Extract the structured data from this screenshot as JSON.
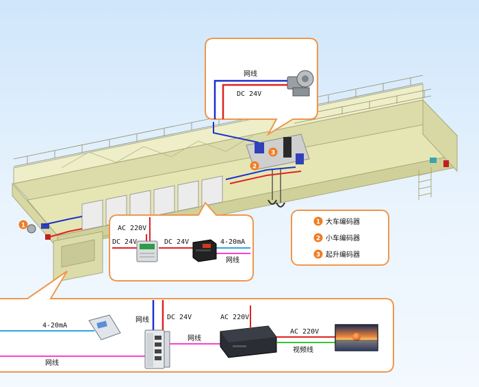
{
  "legend": {
    "items": [
      {
        "num": "1",
        "label": "大车编码器"
      },
      {
        "num": "2",
        "label": "小车编码器"
      },
      {
        "num": "3",
        "label": "起升编码器"
      }
    ]
  },
  "markers": {
    "m1": "1",
    "m2": "2",
    "m3": "3"
  },
  "top_callout": {
    "net_label": "网线",
    "power_label": "DC 24V"
  },
  "mid_callout": {
    "ac_label": "AC 220V",
    "dc_label_1": "DC 24V",
    "dc_label_2": "DC 24V",
    "ma_label": "4-20mA",
    "net_label": "网线"
  },
  "bottom_panel": {
    "ma_label": "4-20mA",
    "net_label_left": "网线",
    "switch_net_label": "网线",
    "switch_dc_label": "DC 24V",
    "link_net_label": "网线",
    "recorder_ac_label": "AC 220V",
    "display_ac_label": "AC 220V",
    "video_label": "视频线"
  },
  "colors": {
    "net": "#ff3dd0",
    "power_ac": "#e02020",
    "power_dc": "#1a2fd0",
    "signal": "#2aa6e0",
    "video": "#33cc33",
    "callout_border": "#f0964a"
  }
}
